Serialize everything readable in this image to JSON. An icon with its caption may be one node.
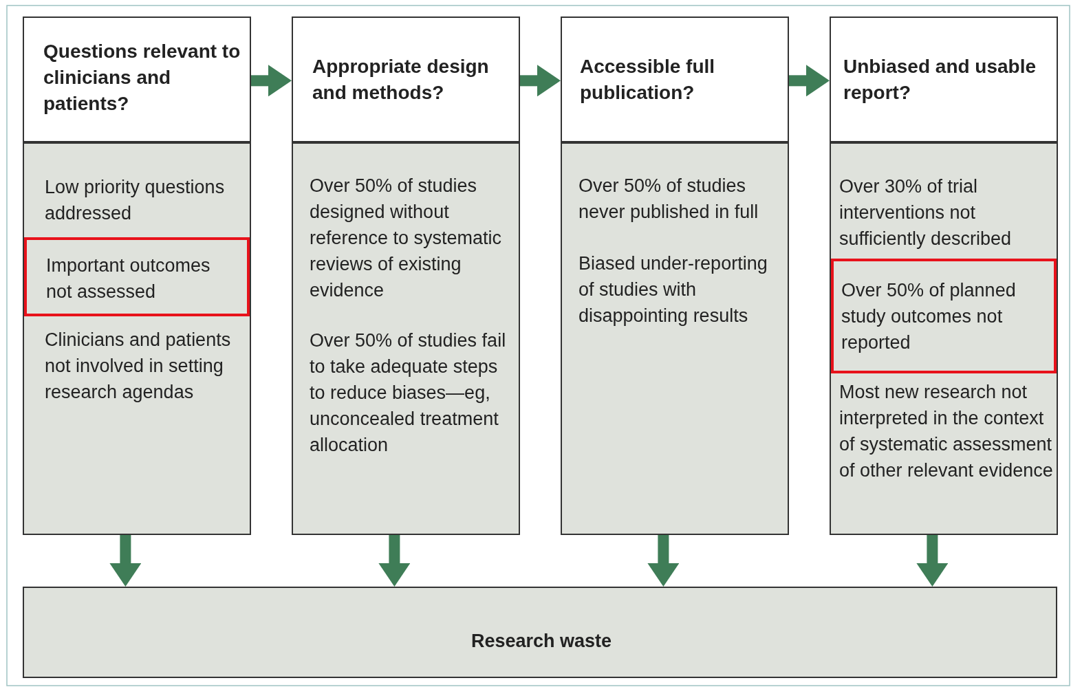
{
  "diagram": {
    "nodes": [
      {
        "text": [
          "Questions relevant to clinicians and patients?"
        ]
      },
      {
        "text": [
          "Low priority questions addressed",
          "Clinicians and patients not involved in setting research agendas"
        ]
      },
      {
        "text": [
          "Important outcomes not assessed"
        ],
        "in": 1
      },
      {
        "text": [
          "Appropriate design and methods?"
        ]
      },
      {
        "text": [
          "Over 50% of studies designed without reference to systematic reviews of existing evidence",
          "Over 50% of studies fail to take adequate steps to reduce biases—eg, unconcealed treatment allocation"
        ]
      },
      {
        "text": [
          "Accessible full publication?"
        ]
      },
      {
        "text": [
          "Over 50% of studies never published in full",
          "Biased under-reporting of studies with disappointing results"
        ]
      },
      {
        "text": [
          "Unbiased and usable report?"
        ]
      },
      {
        "text": [
          "Over 30% of trial interventions not sufficiently described",
          "Most new research not interpreted in the context of systematic assessment of other relevant evidence"
        ]
      },
      {
        "text": [
          "Over 50% of planned study outcomes not reported"
        ],
        "in": 8
      },
      {
        "text": [
          "Research waste"
        ]
      }
    ],
    "edges": [
      {
        "from": 0,
        "to": 3,
        "arrow": "to"
      },
      {
        "from": 3,
        "to": 5,
        "arrow": "to"
      },
      {
        "from": 5,
        "to": 7,
        "arrow": "to"
      },
      {
        "from": 1,
        "to": 10,
        "arrow": "to"
      },
      {
        "from": 4,
        "to": 10,
        "arrow": "to"
      },
      {
        "from": 6,
        "to": 10,
        "arrow": "to"
      },
      {
        "from": 8,
        "to": 10,
        "arrow": "to"
      }
    ]
  }
}
